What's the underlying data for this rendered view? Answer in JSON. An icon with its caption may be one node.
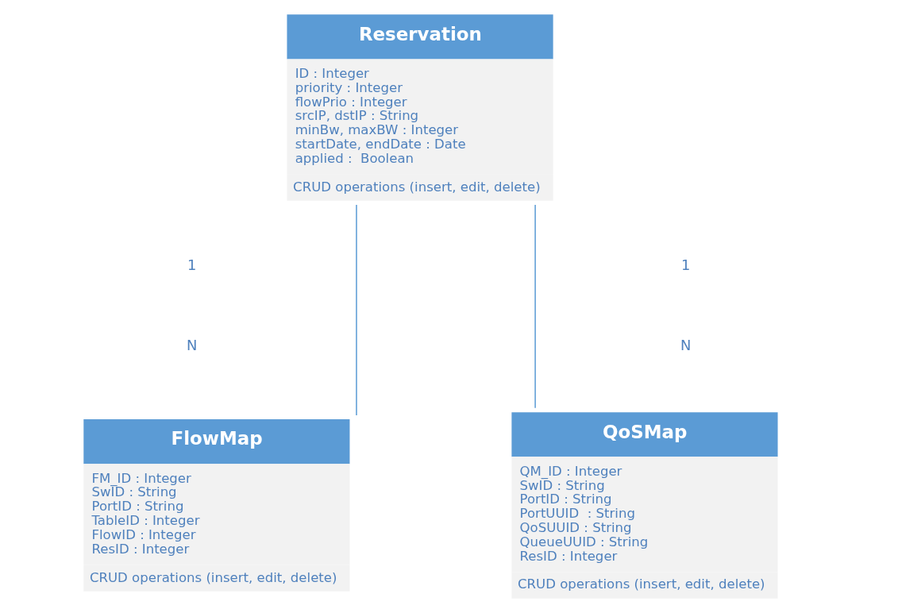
{
  "diagram": {
    "nodes": [
      {
        "text": [
          "Reservation",
          "ID : Integer",
          "priority : Integer",
          "flowPrio : Integer",
          "srcIP, dstIP : String",
          "minBw, maxBW : Integer",
          "startDate, endDate : Date",
          "applied :  Boolean",
          "CRUD operations (insert, edit, delete)"
        ]
      },
      {
        "text": [
          "FlowMap",
          "FM_ID : Integer",
          "SwID : String",
          "PortID : String",
          "TableID : Integer",
          "FlowID : Integer",
          "ResID : Integer",
          "CRUD operations (insert, edit, delete)"
        ]
      },
      {
        "text": [
          "QoSMap",
          "QM_ID : Integer",
          "SwID : String",
          "PortID : String",
          "PortUUID  : String",
          "QoSUUID : String",
          "QueueUUID : String",
          "ResID : Integer",
          "CRUD operations (insert, edit, delete)"
        ]
      }
    ],
    "edges": [
      {
        "from": 0,
        "to": 1,
        "arrow": "none"
      },
      {
        "from": 0,
        "to": 2,
        "arrow": "none"
      }
    ],
    "labels": [
      "1",
      "1",
      "N",
      "N"
    ]
  }
}
